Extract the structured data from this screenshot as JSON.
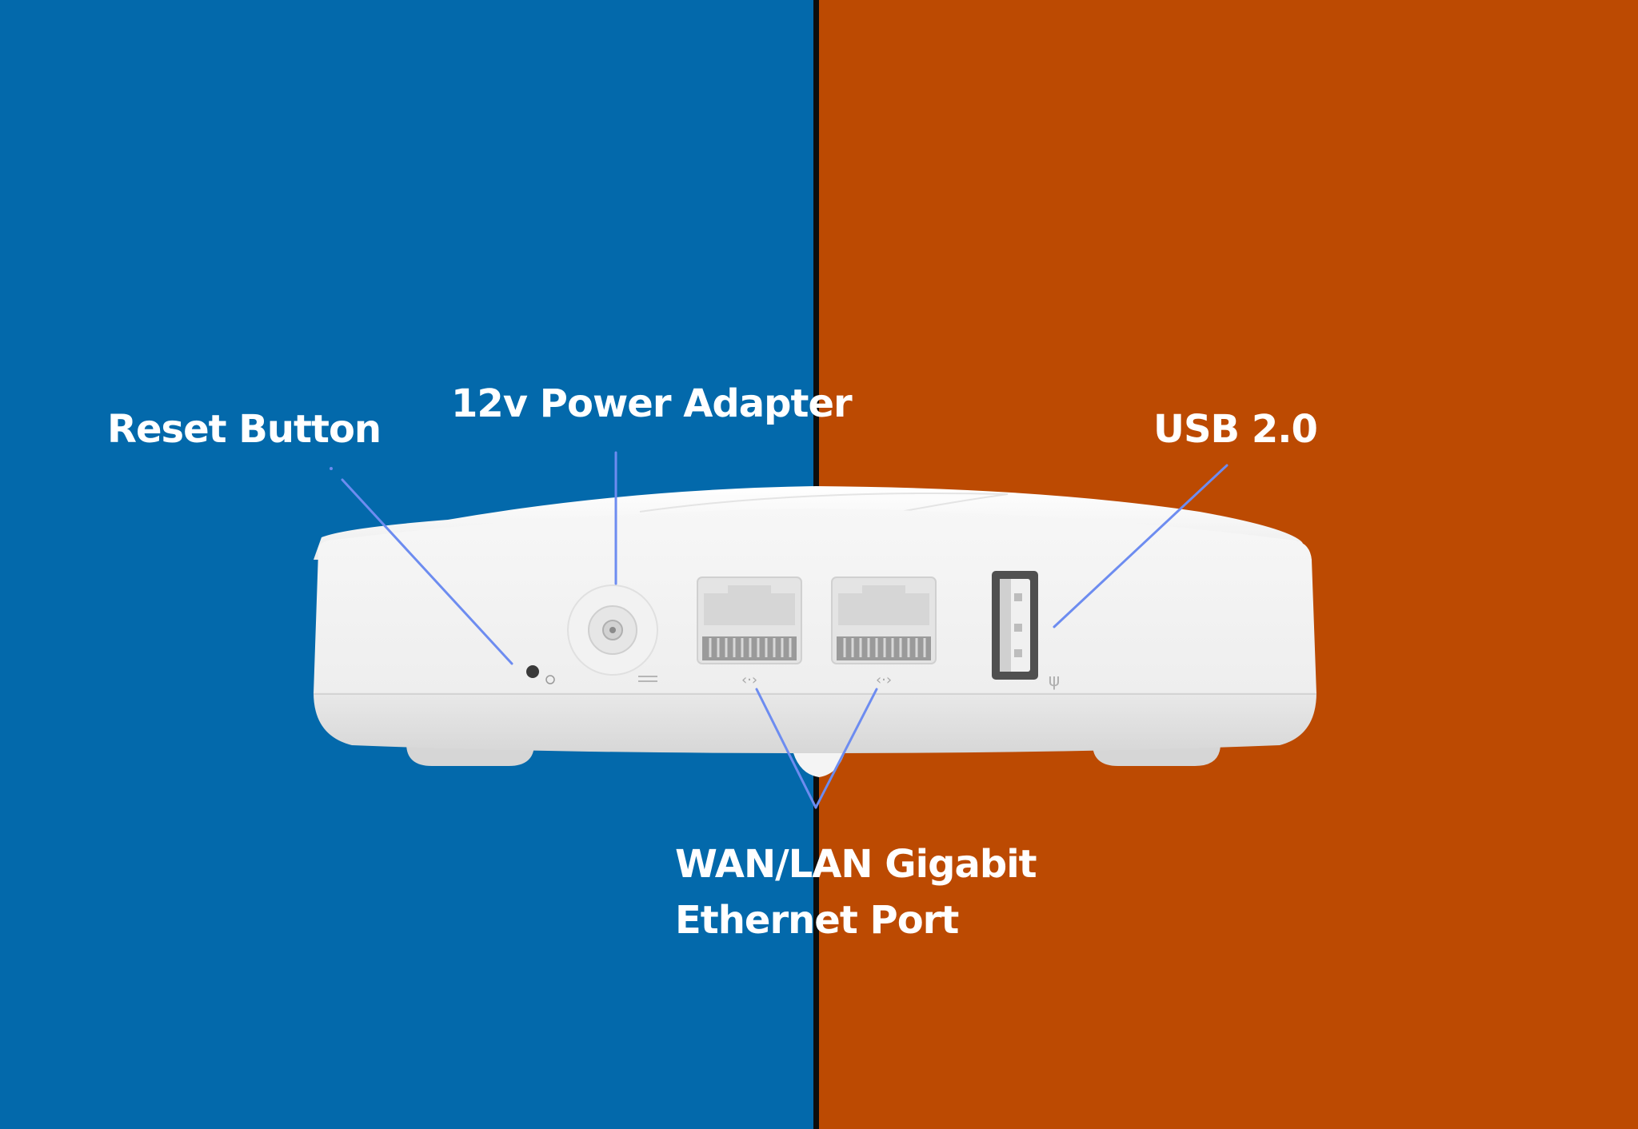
{
  "colors": {
    "left_background": "#0369ab",
    "right_background": "#bc4a02",
    "divider": "#0d0d0d",
    "callout_line": "#6d8cf0",
    "label_text": "#ffffff",
    "device_body": "#f4f4f4"
  },
  "labels": {
    "reset_button": "Reset Button",
    "power_adapter": "12v Power Adapter",
    "usb": "USB 2.0",
    "ethernet": "WAN/LAN Gigabit\nEthernet Port"
  },
  "icons": [
    "reset-pinhole-icon",
    "power-symbol-icon",
    "dc-power-icon",
    "ethernet-arrows-icon",
    "usb-trident-icon"
  ]
}
